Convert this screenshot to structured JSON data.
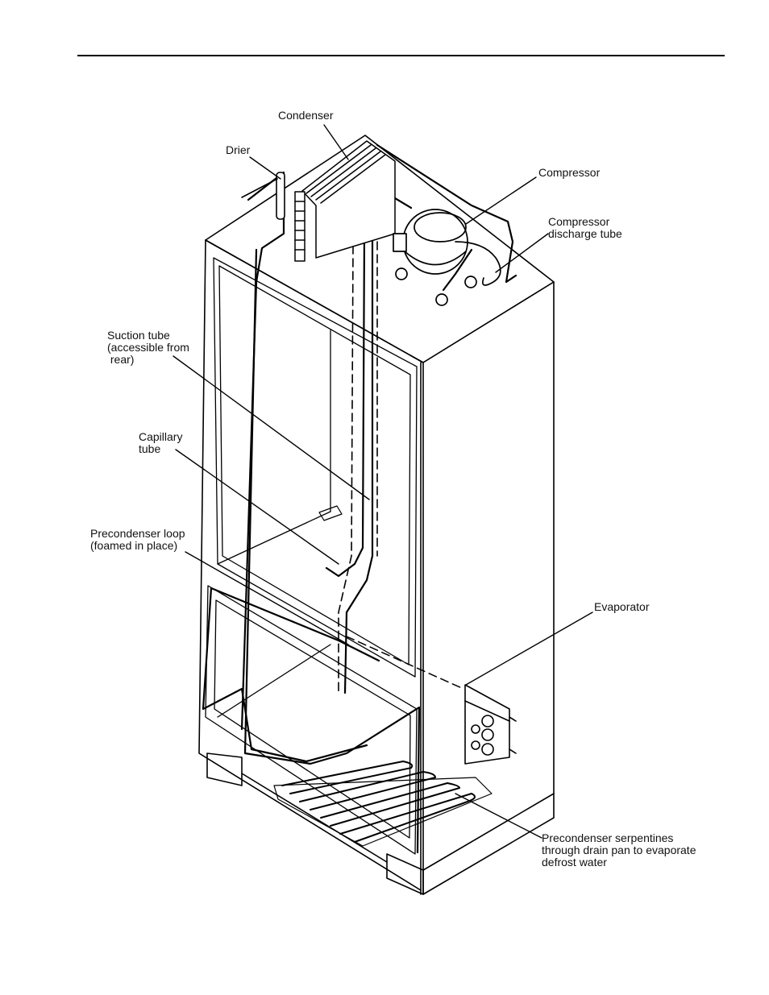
{
  "labels": {
    "condenser": "Condenser",
    "drier": "Drier",
    "compressor": "Compressor",
    "compressor_discharge": "Compressor\ndischarge tube",
    "suction_tube": "Suction tube\n(accessible from\n rear)",
    "capillary_tube": "Capillary\ntube",
    "precondenser_loop": "Precondenser loop\n(foamed in place)",
    "evaporator": "Evaporator",
    "precondenser_serpentines": "Precondenser serpentines\nthrough drain pan to evaporate\ndefrost water"
  }
}
